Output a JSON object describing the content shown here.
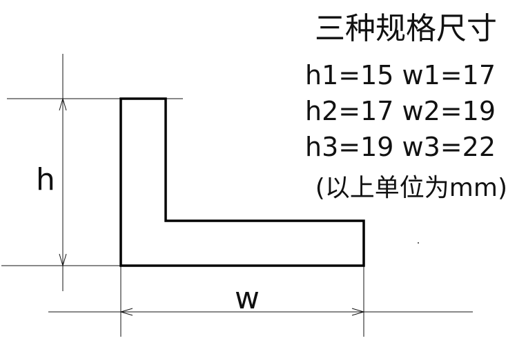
{
  "title": "三种规格尺寸",
  "specs": [
    "h1=15 w1=17",
    "h2=17 w2=19",
    "h3=19 w3=22"
  ],
  "unit_note": "(以上单位为mm)",
  "dimensions": {
    "height_label": "h",
    "width_label": "w"
  }
}
